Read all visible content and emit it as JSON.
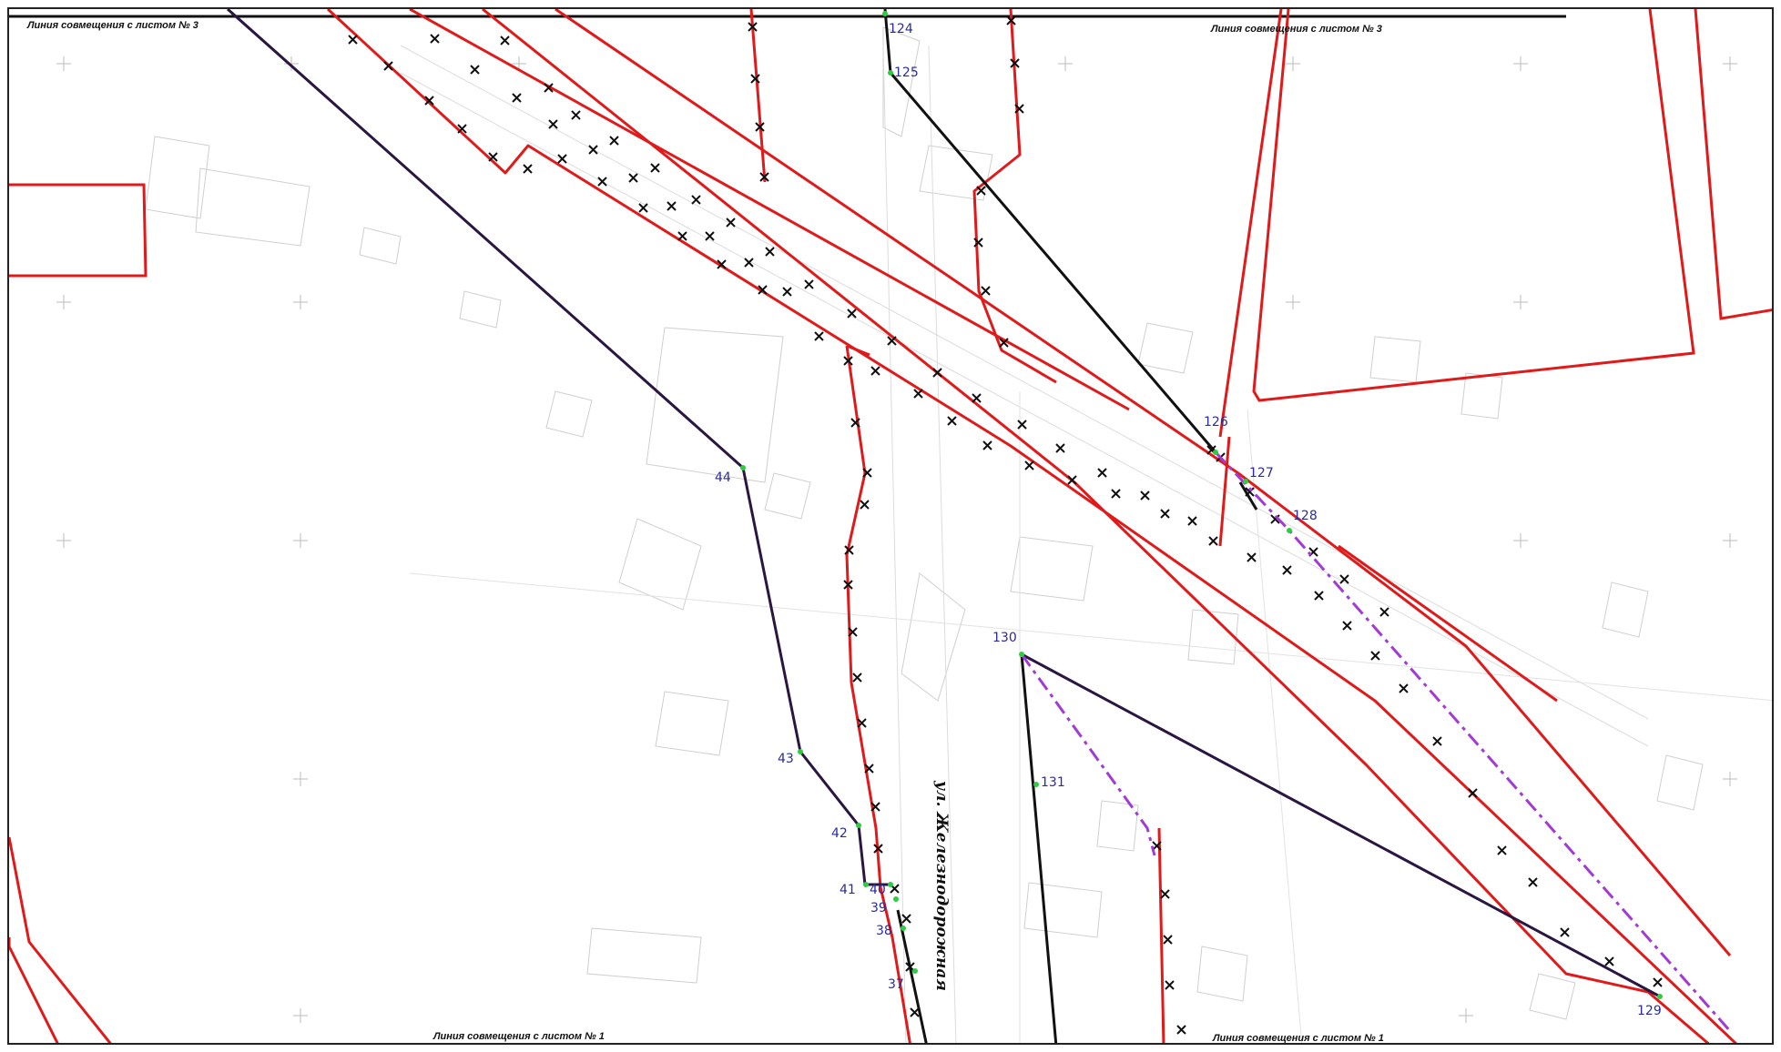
{
  "sheet_labels": {
    "top_left": "Линия совмещения с листом № 3",
    "top_right": "Линия совмещения с листом № 3",
    "bottom_left": "Линия совмещения с листом № 1",
    "bottom_right": "Линия совмещения с листом № 1"
  },
  "street_name": "ул. Железнодорожная",
  "points": [
    "124",
    "125",
    "126",
    "127",
    "128",
    "129",
    "130",
    "131",
    "37",
    "38",
    "39",
    "40",
    "41",
    "42",
    "43",
    "44"
  ],
  "colors": {
    "red_lines": "#e01a1a",
    "boundary_lines": "#2a1640",
    "black_lines": "#111111",
    "purple_dashed": "#a23bd6",
    "point_labels": "#2b2b9e",
    "point_markers": "#2ecc40",
    "base_map": "#c8c8c8"
  }
}
